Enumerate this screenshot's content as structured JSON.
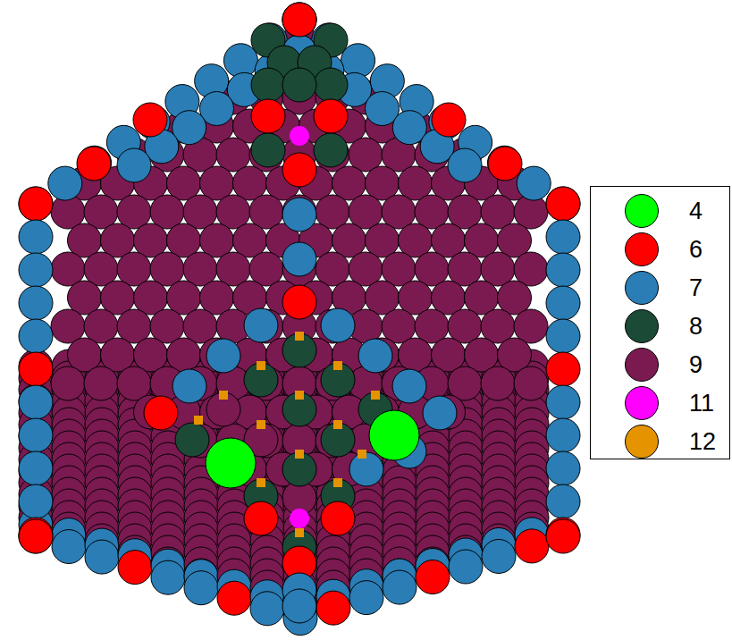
{
  "diagram": {
    "legend": [
      {
        "text": "4",
        "color": "#00ff00"
      },
      {
        "text": "6",
        "color": "#ff0000"
      },
      {
        "text": "7",
        "color": "#2a7db5"
      },
      {
        "text": "8",
        "color": "#1b4a36"
      },
      {
        "text": "9",
        "color": "#7a1a50"
      },
      {
        "text": "11",
        "color": "#ff00ff"
      },
      {
        "text": "12",
        "color": "#e59400"
      }
    ]
  }
}
